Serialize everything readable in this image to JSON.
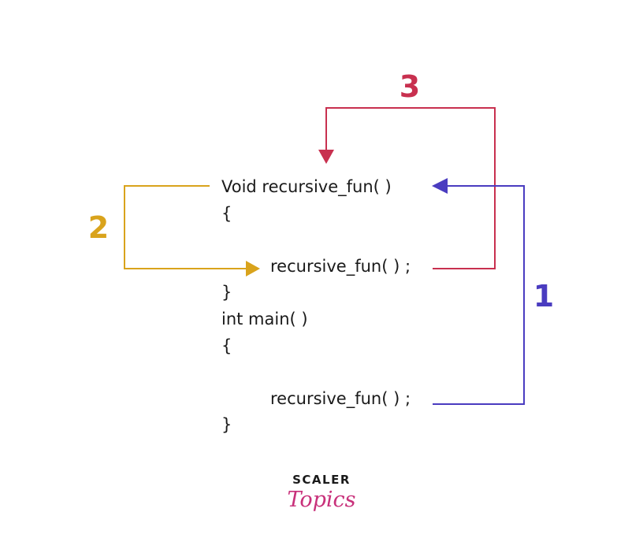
{
  "code": {
    "line1": "Void recursive_fun( )",
    "line2": "{",
    "line3": "recursive_fun( ) ;",
    "line4": "}",
    "line5": "int main( )",
    "line6": "{",
    "line7": "recursive_fun( ) ;",
    "line8": "}"
  },
  "steps": {
    "step1": "1",
    "step2": "2",
    "step3": "3"
  },
  "colors": {
    "step1": "#4a3cc0",
    "step2": "#d9a31c",
    "step3": "#c8304f",
    "text": "#1a1a1a",
    "logo_accent": "#c8307a"
  },
  "logo": {
    "top": "SCALER",
    "bottom": "Topics"
  }
}
